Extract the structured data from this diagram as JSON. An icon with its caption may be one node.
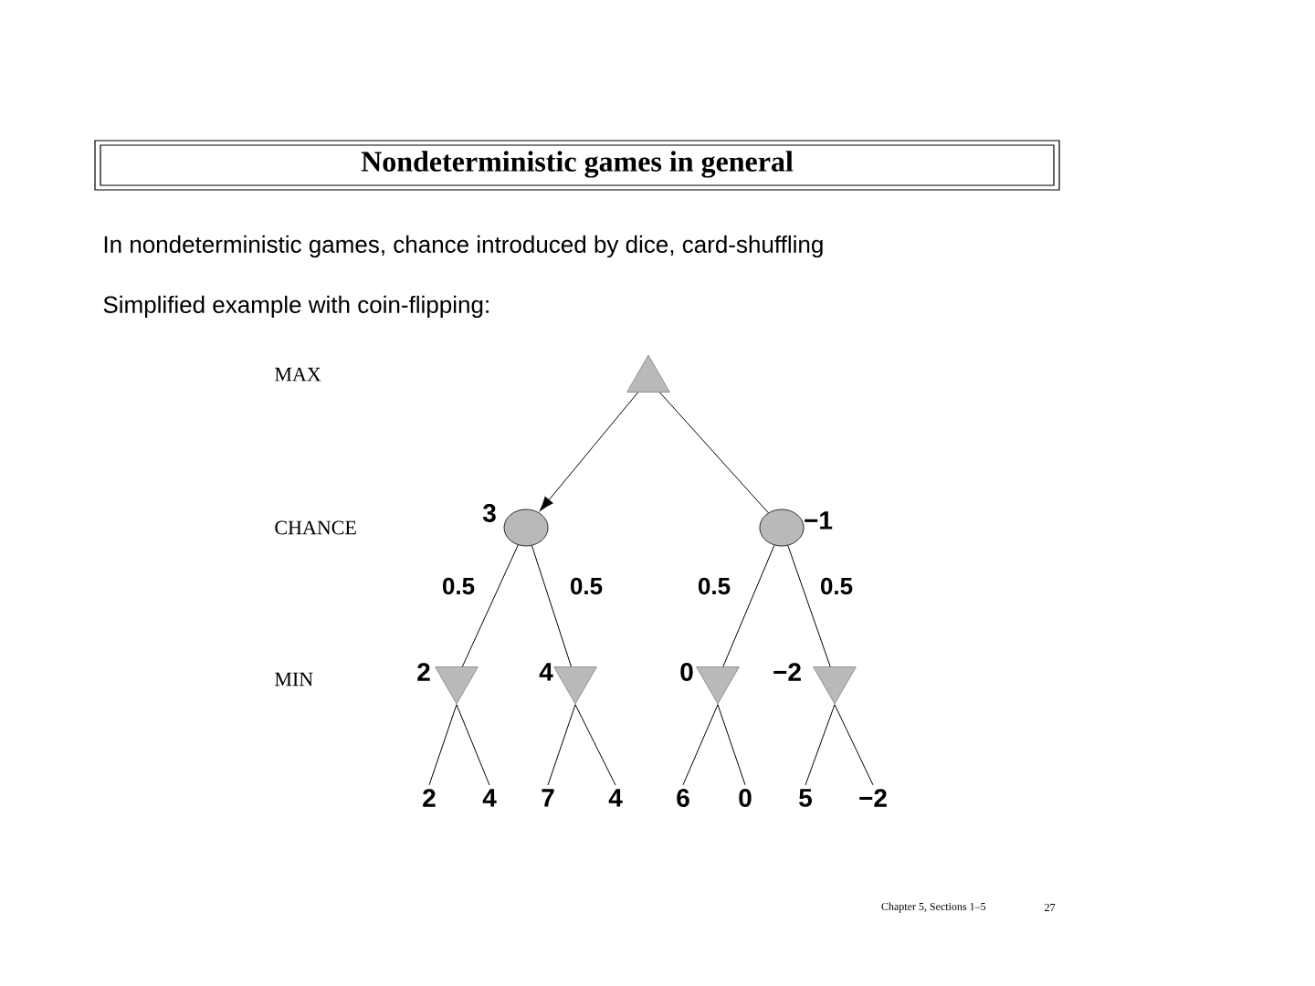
{
  "diagram": {
    "title": "Nondeterministic games in general",
    "nodes": [
      {
        "text": [],
        "shape": "triangle"
      },
      {
        "text": [],
        "shape": "circle",
        "beside": [
          "3"
        ]
      },
      {
        "text": [],
        "shape": "circle",
        "beside": [
          "−1"
        ]
      },
      {
        "text": [],
        "shape": "triangle",
        "beside": [
          "2"
        ]
      },
      {
        "text": [],
        "shape": "triangle",
        "beside": [
          "4"
        ]
      },
      {
        "text": [],
        "shape": "triangle",
        "beside": [
          "0"
        ]
      },
      {
        "text": [],
        "shape": "triangle",
        "beside": [
          "−2"
        ]
      },
      {
        "text": [
          "2"
        ]
      },
      {
        "text": [
          "4"
        ]
      },
      {
        "text": [
          "7"
        ]
      },
      {
        "text": [
          "4"
        ]
      },
      {
        "text": [
          "6"
        ]
      },
      {
        "text": [
          "0"
        ]
      },
      {
        "text": [
          "5"
        ]
      },
      {
        "text": [
          "−2"
        ]
      }
    ],
    "edges": [
      {
        "from": 0,
        "to": 1,
        "arrow": "to"
      },
      {
        "from": 0,
        "to": 2,
        "arrow": "none"
      },
      {
        "from": 1,
        "to": 3,
        "arrow": "none",
        "label": "0.5"
      },
      {
        "from": 1,
        "to": 4,
        "arrow": "none",
        "label": "0.5"
      },
      {
        "from": 2,
        "to": 5,
        "arrow": "none",
        "label": "0.5"
      },
      {
        "from": 2,
        "to": 6,
        "arrow": "none",
        "label": "0.5"
      },
      {
        "from": 3,
        "to": 7,
        "arrow": "none"
      },
      {
        "from": 3,
        "to": 8,
        "arrow": "none"
      },
      {
        "from": 4,
        "to": 9,
        "arrow": "none"
      },
      {
        "from": 4,
        "to": 10,
        "arrow": "none"
      },
      {
        "from": 5,
        "to": 11,
        "arrow": "none"
      },
      {
        "from": 5,
        "to": 12,
        "arrow": "none"
      },
      {
        "from": 6,
        "to": 13,
        "arrow": "none"
      },
      {
        "from": 6,
        "to": 14,
        "arrow": "none"
      }
    ],
    "labels": [
      "In nondeterministic games, chance introduced by dice, card-shuffling",
      "Simplified example with coin-flipping:",
      "MAX",
      "CHANCE",
      "MIN",
      "Chapter 5, Sections 1–5",
      "27"
    ]
  }
}
